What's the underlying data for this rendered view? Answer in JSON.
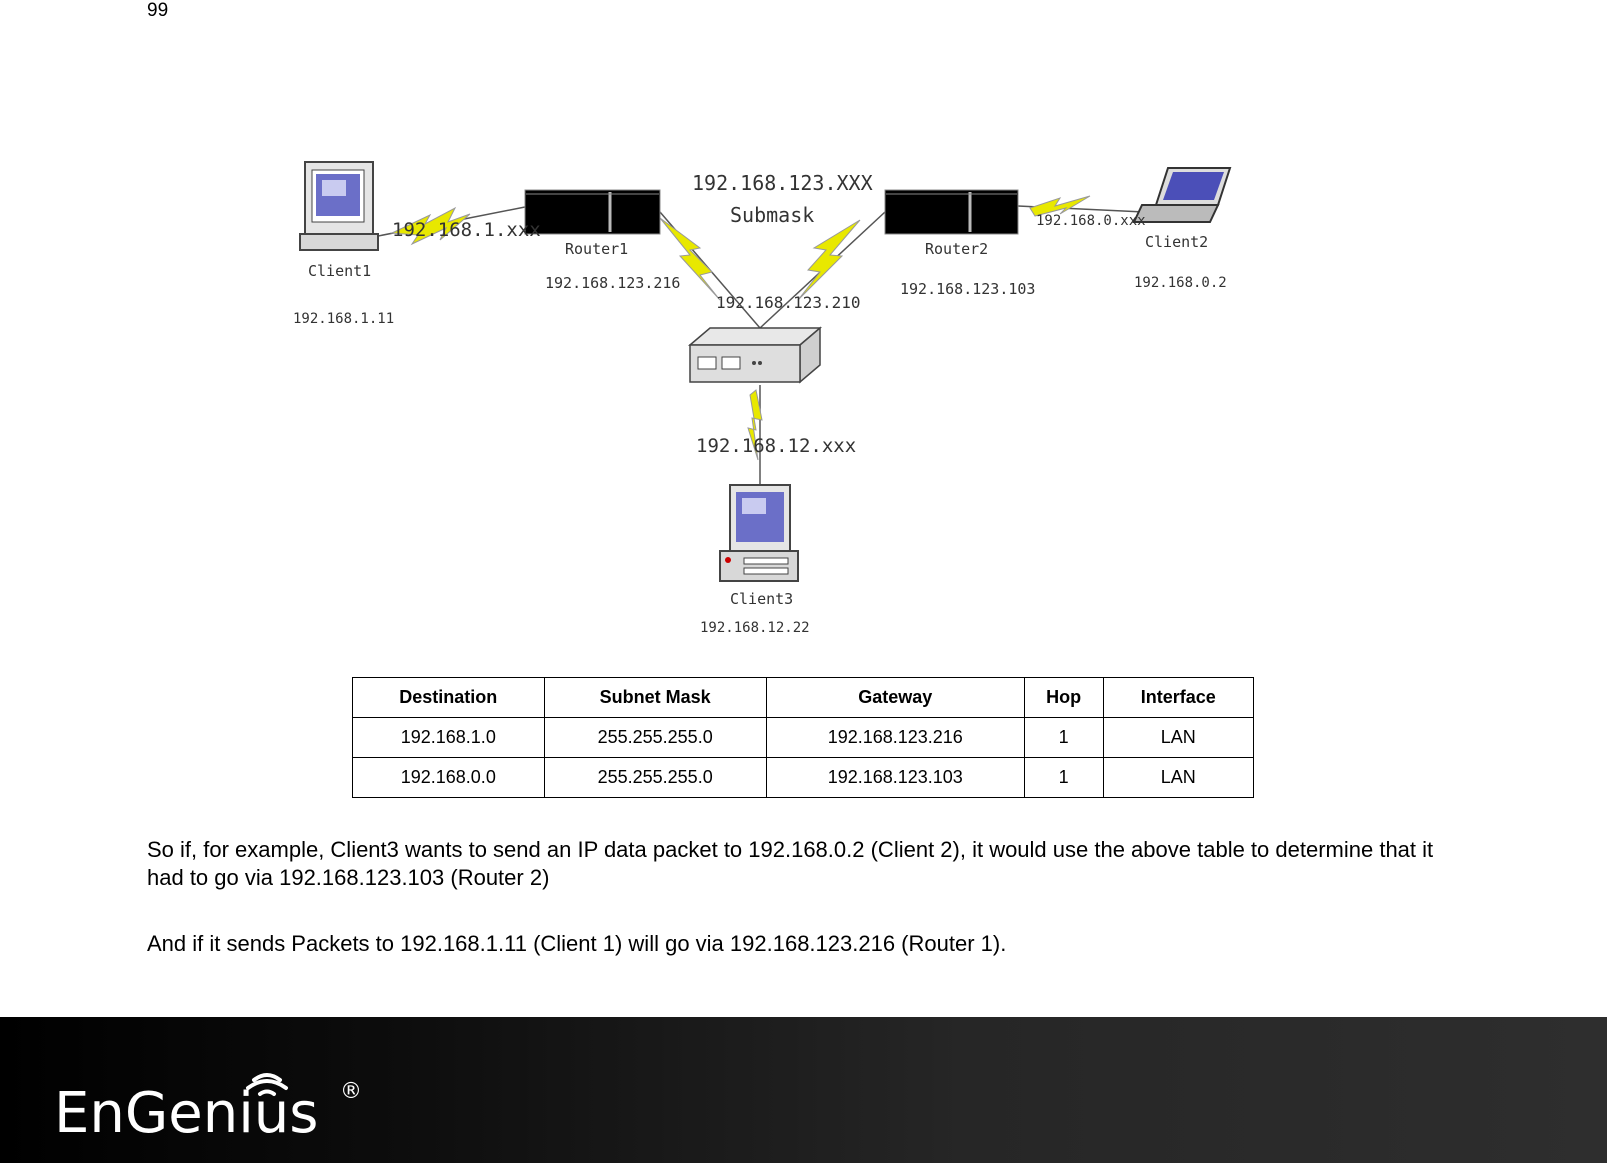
{
  "page": {
    "number": "99"
  },
  "diagram": {
    "labels": {
      "client1_link": "192.168.1.xxx",
      "client1_name": "Client1",
      "client1_ip": "192.168.1.11",
      "router1_name": "Router1",
      "router1_ip": "192.168.123.216",
      "subnet_line1": "192.168.123.XXX",
      "subnet_line2": "Submask",
      "switch_ip": "192.168.123.210",
      "router2_name": "Router2",
      "router2_ip": "192.168.123.103",
      "client2_link": "192.168.0.xxx",
      "client2_name": "Client2",
      "client2_ip": "192.168.0.2",
      "client3_link": "192.168.12.xxx",
      "client3_name": "Client3",
      "client3_ip": "192.168.12.22"
    }
  },
  "routing_table": {
    "headers": [
      "Destination",
      "Subnet Mask",
      "Gateway",
      "Hop",
      "Interface"
    ],
    "rows": [
      [
        "192.168.1.0",
        "255.255.255.0",
        "192.168.123.216",
        "1",
        "LAN"
      ],
      [
        "192.168.0.0",
        "255.255.255.0",
        "192.168.123.103",
        "1",
        "LAN"
      ]
    ]
  },
  "paragraphs": {
    "p1": "So if, for example, Client3 wants to send an IP data packet to 192.168.0.2 (Client 2), it would use the above table to determine that it had to go via 192.168.123.103 (Router 2)",
    "p2": "And if it sends Packets to 192.168.1.11 (Client 1) will go via 192.168.123.216 (Router 1)."
  },
  "footer": {
    "brand": "EnGenius",
    "registered": "®"
  },
  "colors": {
    "footer_bg": "#1a1a1a",
    "lightning": "#e8e800",
    "screen": "#6b6fc8"
  }
}
